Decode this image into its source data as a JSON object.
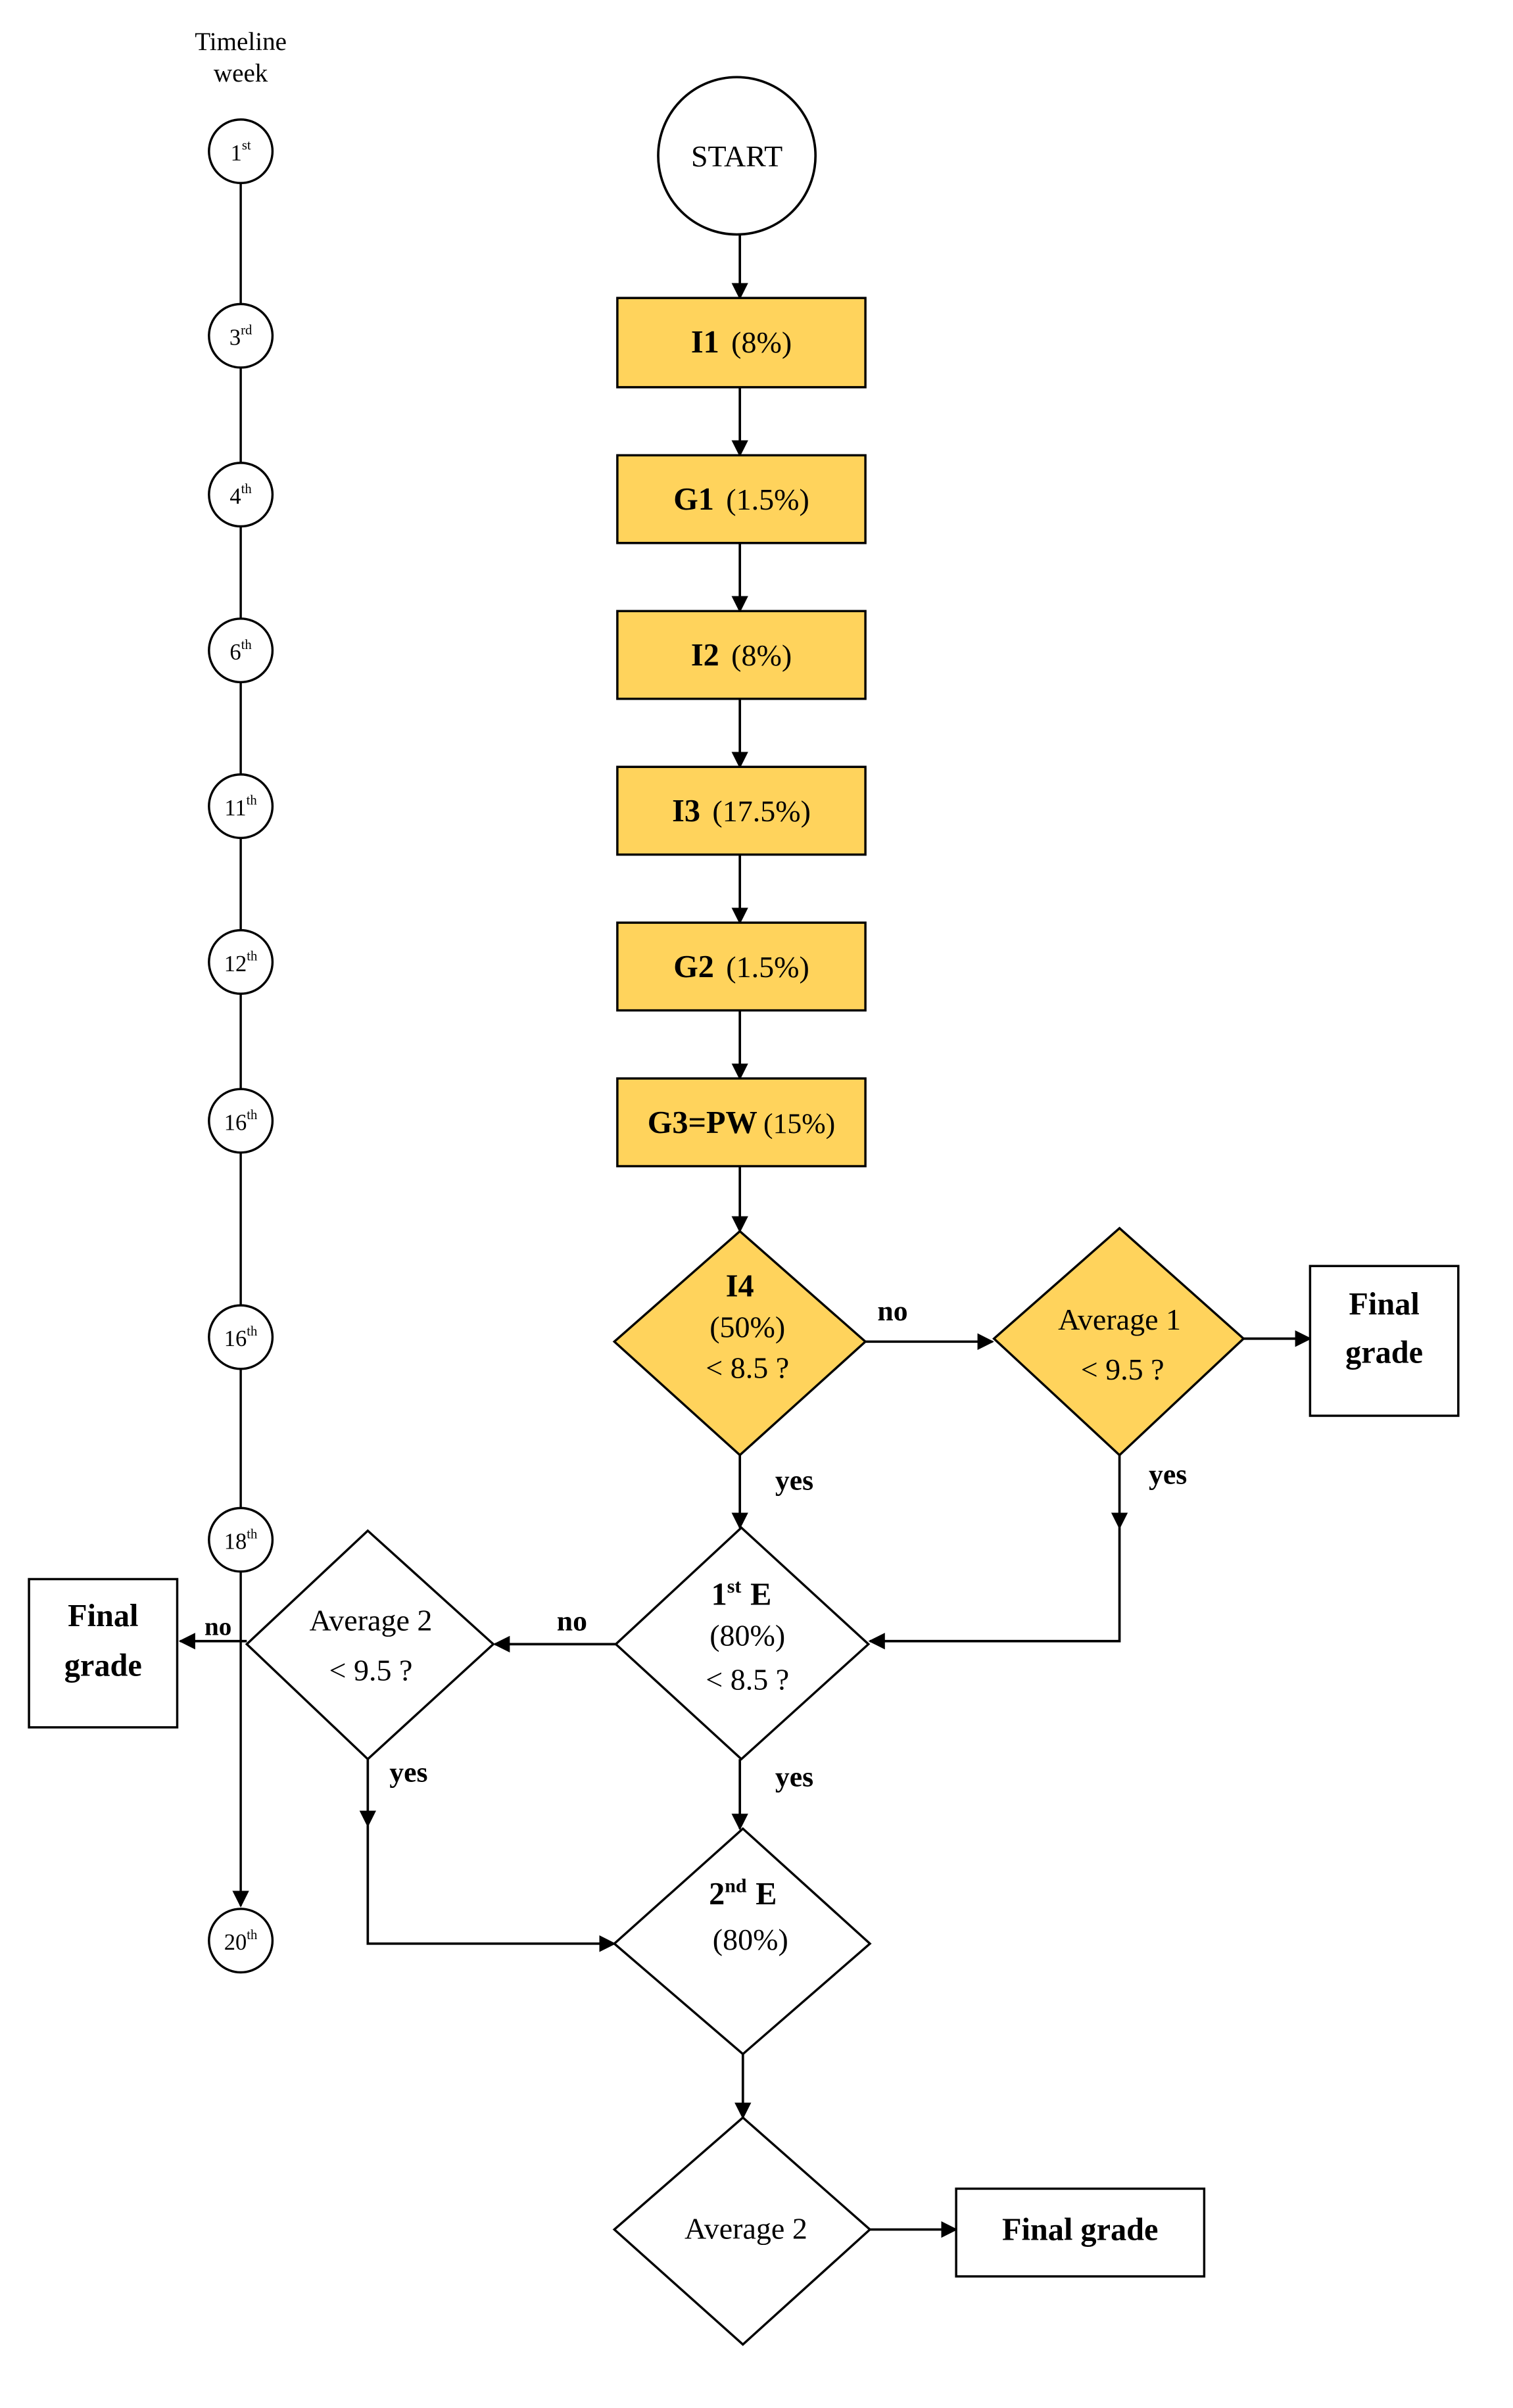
{
  "timeline": {
    "title_line1": "Timeline",
    "title_line2": "week",
    "weeks": [
      {
        "num": "1",
        "suffix": "st"
      },
      {
        "num": "3",
        "suffix": "rd"
      },
      {
        "num": "4",
        "suffix": "th"
      },
      {
        "num": "6",
        "suffix": "th"
      },
      {
        "num": "11",
        "suffix": "th"
      },
      {
        "num": "12",
        "suffix": "th"
      },
      {
        "num": "16",
        "suffix": "th"
      },
      {
        "num": "16",
        "suffix": "th"
      },
      {
        "num": "18",
        "suffix": "th"
      },
      {
        "num": "20",
        "suffix": "th"
      }
    ]
  },
  "flow": {
    "start": "START",
    "steps": [
      {
        "code": "I1",
        "weight": "(8%)"
      },
      {
        "code": "G1",
        "weight": "(1.5%)"
      },
      {
        "code": "I2",
        "weight": "(8%)"
      },
      {
        "code": "I3",
        "weight": "(17.5%)"
      },
      {
        "code": "G2",
        "weight": "(1.5%)"
      },
      {
        "code": "G3=PW",
        "weight": "(15%)"
      }
    ],
    "i4": {
      "code": "I4",
      "weight": "(50%)",
      "cond": "< 8.5 ?"
    },
    "avg1": {
      "line1": "Average 1",
      "line2": "< 9.5 ?"
    },
    "e1": {
      "num": "1",
      "sup": "st",
      "code": "E",
      "weight": "(80%)",
      "cond": "< 8.5 ?"
    },
    "avg2a": {
      "line1": "Average 2",
      "line2": "< 9.5 ?"
    },
    "e2": {
      "num": "2",
      "sup": "nd",
      "code": "E",
      "weight": "(80%)"
    },
    "avg2b": {
      "label": "Average 2"
    },
    "final_grade_line1": "Final",
    "final_grade_line2": "grade",
    "final_grade_bottom": "Final grade",
    "labels": {
      "no": "no",
      "yes": "yes"
    }
  },
  "colors": {
    "fill_yellow": "#FFD35C",
    "stroke": "#000000",
    "background": "#FFFFFF"
  }
}
